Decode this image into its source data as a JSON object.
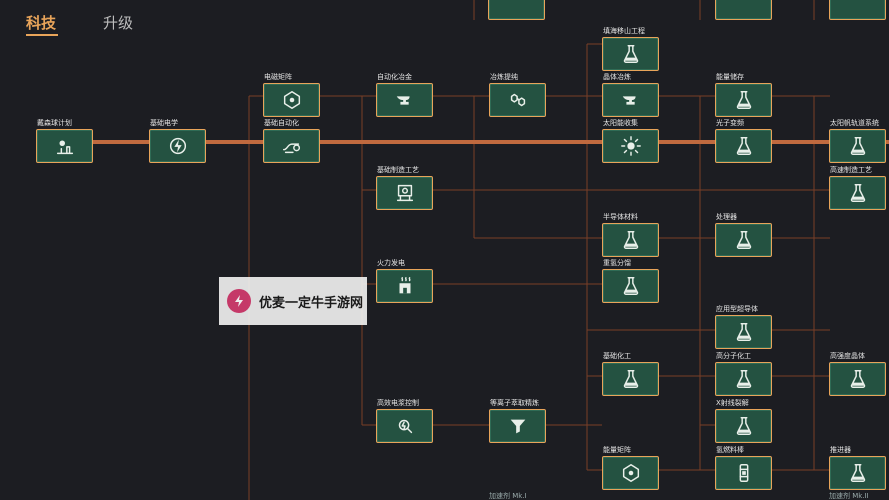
{
  "tabs": {
    "active": "科技",
    "inactive": "升级"
  },
  "watermark": {
    "text": "优麦一定牛手游网"
  },
  "nodes": {
    "n1": {
      "label": "戴森球计划",
      "icon": "dyson-sphere-icon"
    },
    "n2": {
      "label": "基础电学",
      "icon": "electricity-icon"
    },
    "n3": {
      "label": "电磁矩阵",
      "icon": "matrix-icon"
    },
    "n4": {
      "label": "基础自动化",
      "icon": "belt-icon"
    },
    "n5": {
      "label": "自动化冶金",
      "icon": "anvil-icon"
    },
    "n6": {
      "label": "冶炼提纯",
      "icon": "molecule-icon"
    },
    "n7": {
      "label": "填海移山工程",
      "icon": "flask-icon"
    },
    "n8": {
      "label": "晶体冶炼",
      "icon": "anvil-icon"
    },
    "n9": {
      "label": "能量储存",
      "icon": "flask-icon"
    },
    "n10": {
      "label": "太阳能收集",
      "icon": "sun-icon"
    },
    "n11": {
      "label": "光子变频",
      "icon": "flask-icon"
    },
    "n12": {
      "label": "太阳帆轨道系统",
      "icon": "flask-icon"
    },
    "n13": {
      "label": "基础制造工艺",
      "icon": "assembler-icon"
    },
    "n14": {
      "label": "高速制造工艺",
      "icon": "flask-icon"
    },
    "n15": {
      "label": "半导体材料",
      "icon": "flask-icon"
    },
    "n16": {
      "label": "处理器",
      "icon": "flask-icon"
    },
    "n17": {
      "label": "火力发电",
      "icon": "power-plant-icon"
    },
    "n18": {
      "label": "重氢分馏",
      "icon": "flask-icon"
    },
    "n19": {
      "label": "应用型超导体",
      "icon": "flask-icon"
    },
    "n20": {
      "label": "基础化工",
      "icon": "flask-icon"
    },
    "n21": {
      "label": "高分子化工",
      "icon": "flask-icon"
    },
    "n22": {
      "label": "高强度晶体",
      "icon": "flask-icon"
    },
    "n23": {
      "label": "高效电浆控制",
      "icon": "plasma-icon"
    },
    "n24": {
      "label": "等离子萃取精炼",
      "icon": "funnel-icon"
    },
    "n25": {
      "label": "X射线裂解",
      "icon": "flask-icon"
    },
    "n26": {
      "label": "能量矩阵",
      "icon": "matrix-icon"
    },
    "n27": {
      "label": "氢燃料棒",
      "icon": "fuel-rod-icon"
    },
    "n28": {
      "label": "推进器",
      "icon": "flask-icon"
    }
  },
  "bottom_labels": {
    "b1": "加速剂 Mk.I",
    "b2": "加速剂 Mk.II"
  },
  "colors": {
    "accent": "#e8a45a",
    "card": "#245241",
    "background": "#1c1d22",
    "line": "#b9633a"
  }
}
